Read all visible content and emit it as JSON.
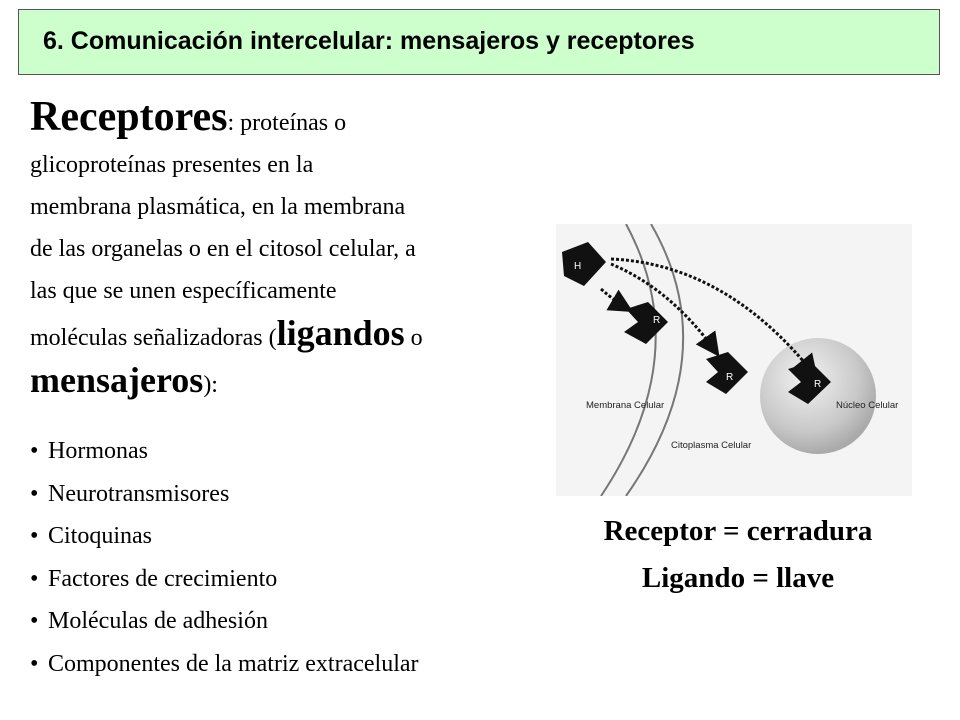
{
  "header": {
    "title": "6. Comunicación intercelular: mensajeros y receptores"
  },
  "intro": {
    "term": "Receptores",
    "line1_rest": ": proteínas o",
    "line2": "glicoproteínas presentes en la",
    "line3": "membrana plasmática, en la membrana",
    "line4": "de las organelas o en el citosol celular, a",
    "line5": "las que se unen específicamente",
    "line6_pre": "moléculas señalizadoras (",
    "ligands_term": "ligandos",
    "line6_post": " o",
    "messengers_term": "mensajeros",
    "line7_post": "):"
  },
  "list": {
    "items": [
      "Hormonas",
      "Neurotransmisores",
      "Citoquinas",
      "Factores de crecimiento",
      "Moléculas de adhesión",
      "Componentes de la matriz extracelular"
    ]
  },
  "diagram": {
    "labels": {
      "membrane": "Membrana Celular",
      "cytoplasm": "Citoplasma Celular",
      "nucleus": "Núcleo Celular",
      "hormone": "H",
      "receptor": "R"
    }
  },
  "caption": {
    "line1": "Receptor = cerradura",
    "line2": "Ligando = llave"
  }
}
